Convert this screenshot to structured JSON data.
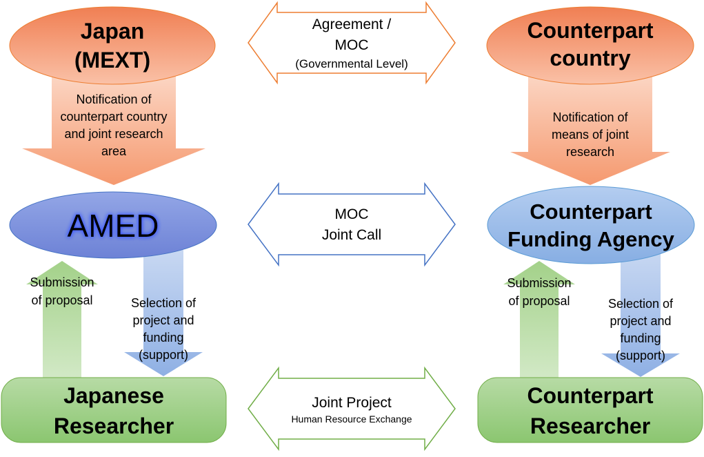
{
  "nodes": {
    "japan": [
      "Japan",
      "(MEXT)"
    ],
    "counterpart_country": [
      "Counterpart",
      "country"
    ],
    "amed": "AMED",
    "counterpart_agency": [
      "Counterpart",
      "Funding Agency"
    ],
    "japanese_researcher": [
      "Japanese",
      "Researcher"
    ],
    "counterpart_researcher": [
      "Counterpart",
      "Researcher"
    ]
  },
  "arrows": {
    "government_level": [
      "Agreement /",
      "MOC",
      "(Governmental Level)"
    ],
    "agency_level": [
      "MOC",
      "Joint Call"
    ],
    "researcher_level": [
      "Joint Project",
      "Human Resource Exchange"
    ],
    "japan_notification": [
      "Notification of",
      "counterpart country",
      "and joint research",
      "area"
    ],
    "counterpart_notification": [
      "Notification of",
      "means of joint",
      "research"
    ],
    "left_submission": [
      "Submission",
      "of proposal"
    ],
    "left_selection": [
      "Selection of",
      "project and",
      "funding",
      "(support)"
    ],
    "right_submission": [
      "Submission",
      "of proposal"
    ],
    "right_selection": [
      "Selection of",
      "project and",
      "funding",
      "(support)"
    ]
  },
  "colors": {
    "orange_top": "#f38a5c",
    "orange_bottom": "#fbd0ba",
    "blue_top": "#7f95df",
    "blue_bottom": "#aab9ec",
    "light_blue_top": "#8fb3e6",
    "green_top": "#5ea94d",
    "green_bottom": "#b9dba8",
    "dbl_orange_stroke": "#ed7d31",
    "dbl_blue_stroke": "#4472c4",
    "dbl_green_stroke": "#70ad47"
  }
}
